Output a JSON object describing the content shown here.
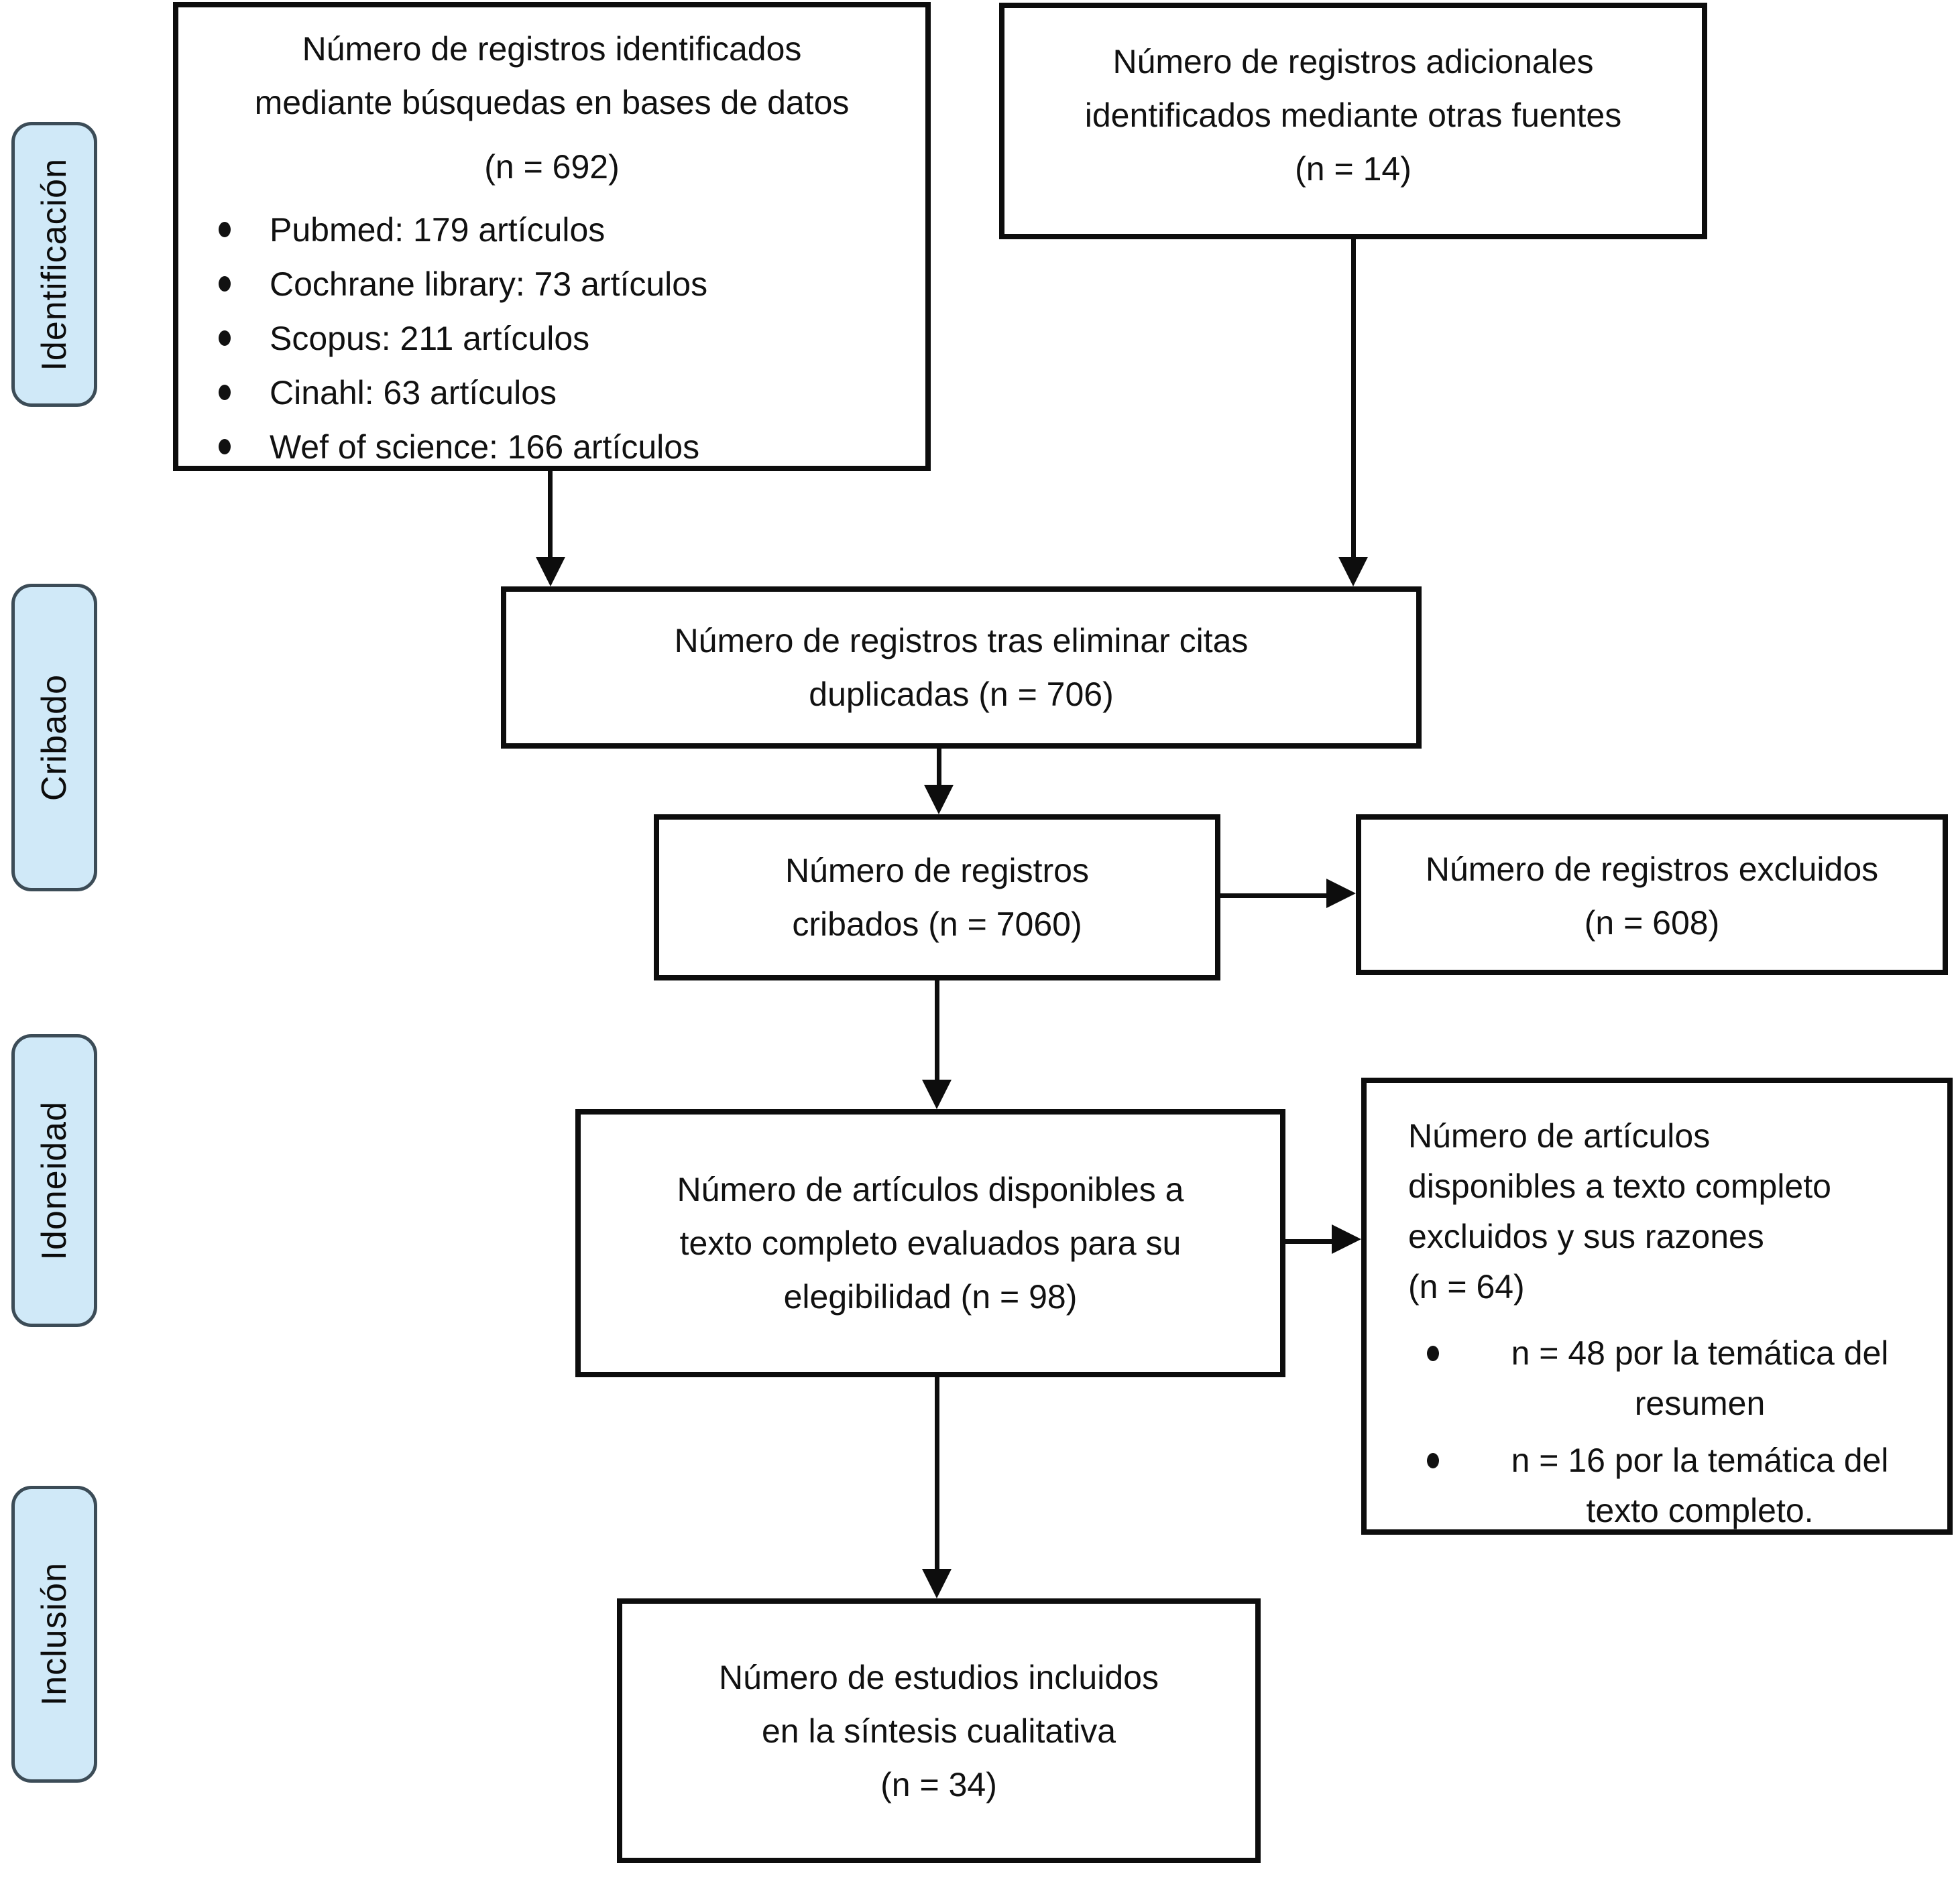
{
  "colors": {
    "phase_fill": "#d0e9f8",
    "phase_border": "#3c4c57",
    "box_border": "#0d0d0d",
    "arrow": "#0d0d0d",
    "text": "#111111"
  },
  "phases": [
    {
      "label": "Identificación"
    },
    {
      "label": "Cribado"
    },
    {
      "label": "Idoneidad"
    },
    {
      "label": "Inclusión"
    }
  ],
  "boxes": {
    "identified": {
      "lines": [
        "Número de registros identificados",
        "mediante búsquedas en bases de datos"
      ],
      "count": "(n = 692)",
      "bullets": [
        "Pubmed: 179 artículos",
        "Cochrane library: 73 artículos",
        "Scopus: 211 artículos",
        "Cinahl: 63 artículos",
        "Wef of science: 166 artículos"
      ]
    },
    "additional": {
      "lines": [
        "Número de registros adicionales",
        "identificados mediante otras fuentes",
        "(n = 14)"
      ]
    },
    "deduplicated": {
      "lines": [
        "Número de registros tras eliminar citas",
        "duplicadas (n = 706)"
      ]
    },
    "screened": {
      "lines": [
        "Número de registros",
        "cribados (n = 7060)"
      ]
    },
    "excluded": {
      "lines": [
        "Número de registros excluidos",
        "(n = 608)"
      ]
    },
    "fulltext": {
      "lines": [
        "Número de artículos disponibles a",
        "texto completo evaluados para su",
        "elegibilidad (n = 98)"
      ]
    },
    "fulltext_excluded": {
      "lines": [
        "Número de artículos",
        "disponibles a texto completo",
        "excluidos y sus razones",
        "(n = 64)"
      ],
      "bullets": [
        {
          "line1": "n = 48 por la temática del",
          "line2": "resumen"
        },
        {
          "line1": "n = 16 por la temática del",
          "line2": "texto completo."
        }
      ]
    },
    "included": {
      "lines": [
        "Número de estudios incluidos",
        "en la síntesis cualitativa",
        "(n = 34)"
      ]
    }
  }
}
